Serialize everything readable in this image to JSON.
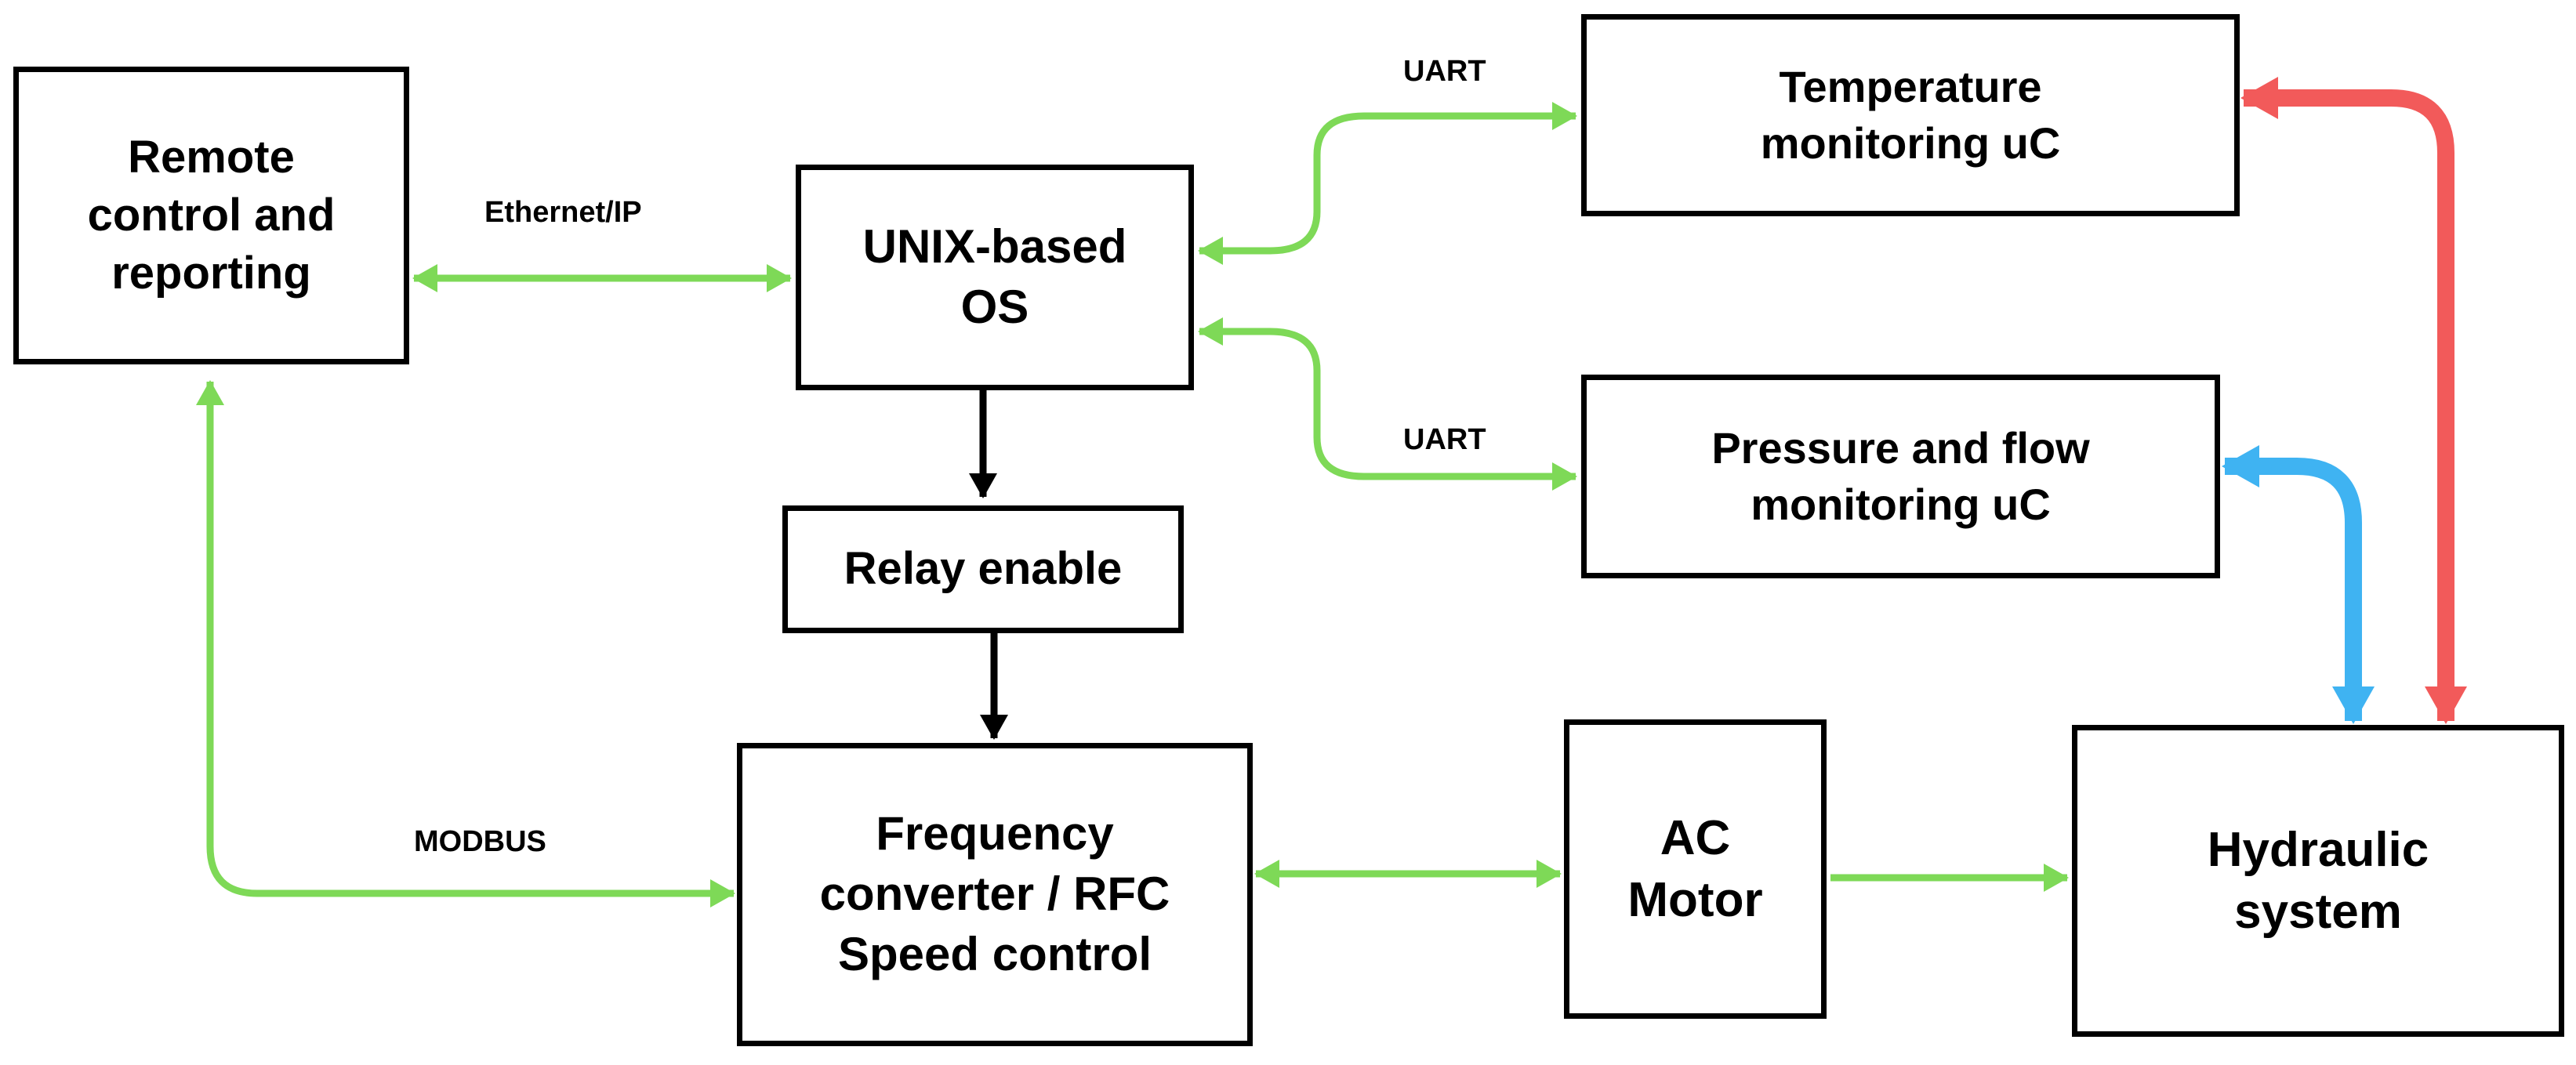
{
  "colors": {
    "green": "#7ED957",
    "red": "#F25A5A",
    "blue": "#3FB3F2",
    "black": "#000000",
    "box_border": "#000000"
  },
  "blocks": {
    "remote": "Remote\ncontrol and\nreporting",
    "unix": "UNIX-based\nOS",
    "relay": "Relay enable",
    "freq": "Frequency\nconverter / RFC\nSpeed control",
    "temp": "Temperature\nmonitoring uC",
    "pressure": "Pressure and flow\nmonitoring uC",
    "motor": "AC\nMotor",
    "hydraulic": "Hydraulic\nsystem"
  },
  "links": {
    "ethernet": "Ethernet/IP",
    "uart_top": "UART",
    "uart_bottom": "UART",
    "modbus": "MODBUS"
  }
}
